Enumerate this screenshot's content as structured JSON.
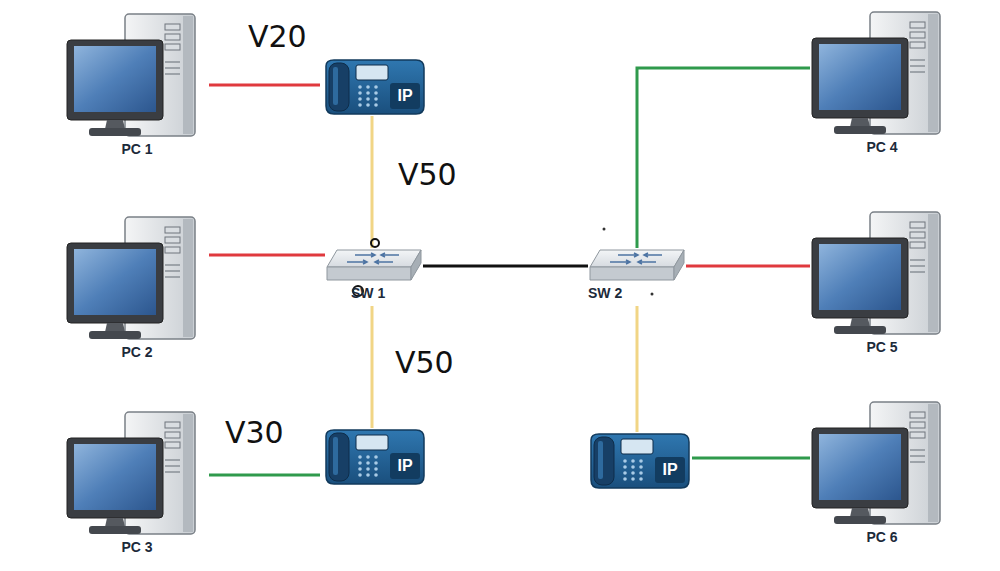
{
  "diagram": {
    "nodes": [
      {
        "text": [
          "PC 1"
        ]
      },
      {
        "text": [
          "IP"
        ]
      },
      {
        "text": [
          "PC 4"
        ]
      },
      {
        "text": [
          "PC 2"
        ]
      },
      {
        "text": [
          "SW 1"
        ]
      },
      {
        "text": [
          "SW 2"
        ]
      },
      {
        "text": [
          "PC 5"
        ]
      },
      {
        "text": [
          "PC 3"
        ]
      },
      {
        "text": [
          "IP"
        ]
      },
      {
        "text": [
          "IP"
        ]
      },
      {
        "text": [
          "PC 6"
        ]
      }
    ],
    "edges": [
      {
        "from": 0,
        "to": 1,
        "arrow": "none",
        "label": "V20"
      },
      {
        "from": 1,
        "to": 4,
        "arrow": "none",
        "label": "V50"
      },
      {
        "from": 3,
        "to": 4,
        "arrow": "none"
      },
      {
        "from": 4,
        "to": 5,
        "arrow": "none"
      },
      {
        "from": 4,
        "to": 8,
        "arrow": "none",
        "label": "V50"
      },
      {
        "from": 7,
        "to": 8,
        "arrow": "none",
        "label": "V30"
      },
      {
        "from": 5,
        "to": 2,
        "arrow": "none"
      },
      {
        "from": 5,
        "to": 6,
        "arrow": "none"
      },
      {
        "from": 5,
        "to": 9,
        "arrow": "none"
      },
      {
        "from": 9,
        "to": 10,
        "arrow": "none"
      }
    ]
  }
}
